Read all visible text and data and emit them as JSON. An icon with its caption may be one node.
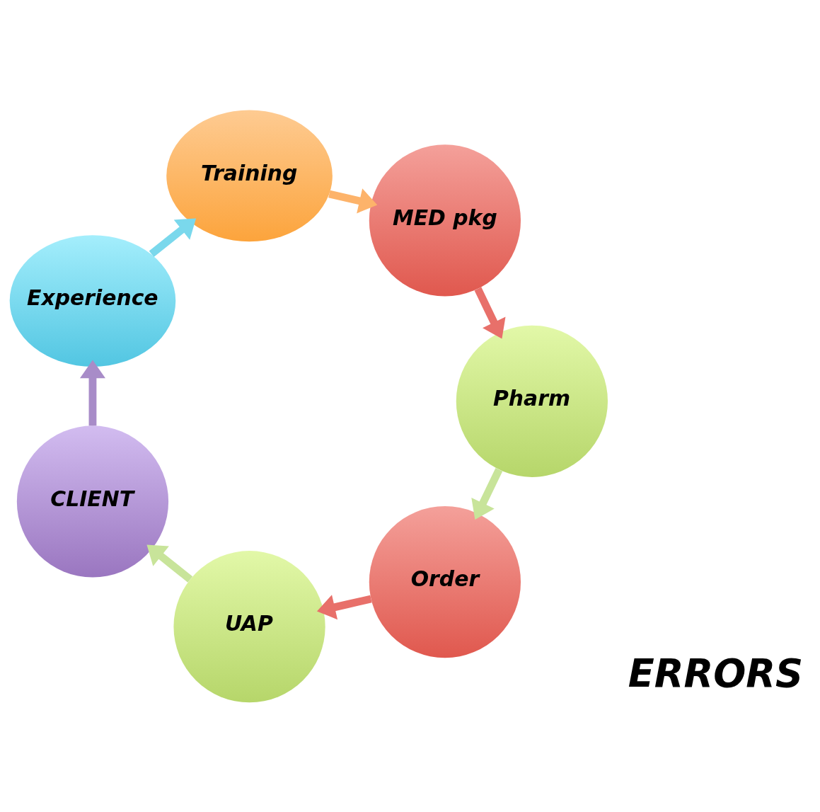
{
  "diagram": {
    "nodes": [
      {
        "text": [
          "Order"
        ]
      },
      {
        "text": [
          "UAP"
        ]
      },
      {
        "text": [
          "CLIENT"
        ]
      },
      {
        "text": [
          "Experience"
        ]
      },
      {
        "text": [
          "Training"
        ]
      },
      {
        "text": [
          "MED pkg"
        ]
      },
      {
        "text": [
          "Pharm"
        ]
      }
    ],
    "edges": [
      {
        "from": 0,
        "to": 1,
        "arrow": "to",
        "color": "#e8706a"
      },
      {
        "from": 1,
        "to": 2,
        "arrow": "to",
        "color": "#c8e49a"
      },
      {
        "from": 2,
        "to": 3,
        "arrow": "to",
        "color": "#a88cc8"
      },
      {
        "from": 3,
        "to": 4,
        "arrow": "to",
        "color": "#7ad8ec"
      },
      {
        "from": 4,
        "to": 5,
        "arrow": "to",
        "color": "#fdb36a"
      },
      {
        "from": 5,
        "to": 6,
        "arrow": "to",
        "color": "#e8706a"
      },
      {
        "from": 6,
        "to": 0,
        "arrow": "to",
        "color": "#c8e49a"
      }
    ],
    "labels": [
      "ERRORS"
    ]
  }
}
